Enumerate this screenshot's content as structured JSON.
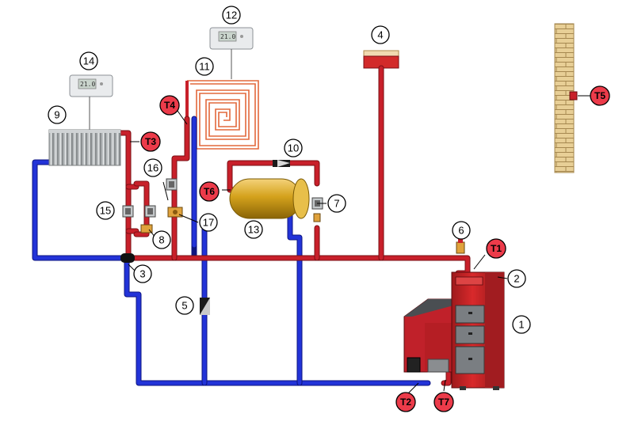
{
  "labels": {
    "n1": "1",
    "n2": "2",
    "n3": "3",
    "n4": "4",
    "n5": "5",
    "n6": "6",
    "n7": "7",
    "n8": "8",
    "n9": "9",
    "n10": "10",
    "n11": "11",
    "n12": "12",
    "n13": "13",
    "n14": "14",
    "n15": "15",
    "n16": "16",
    "n17": "17"
  },
  "sensors": {
    "t1": "T1",
    "t2": "T2",
    "t3": "T3",
    "t4": "T4",
    "t5": "T5",
    "t6": "T6",
    "t7": "T7"
  },
  "thermostat_display": "21.0",
  "colors": {
    "hot_pipe": "#c8202a",
    "cold_pipe": "#2233d8",
    "sensor_badge": "#ec3b4a",
    "boiler": "#d22a2a",
    "tank": "#d4a21c"
  }
}
